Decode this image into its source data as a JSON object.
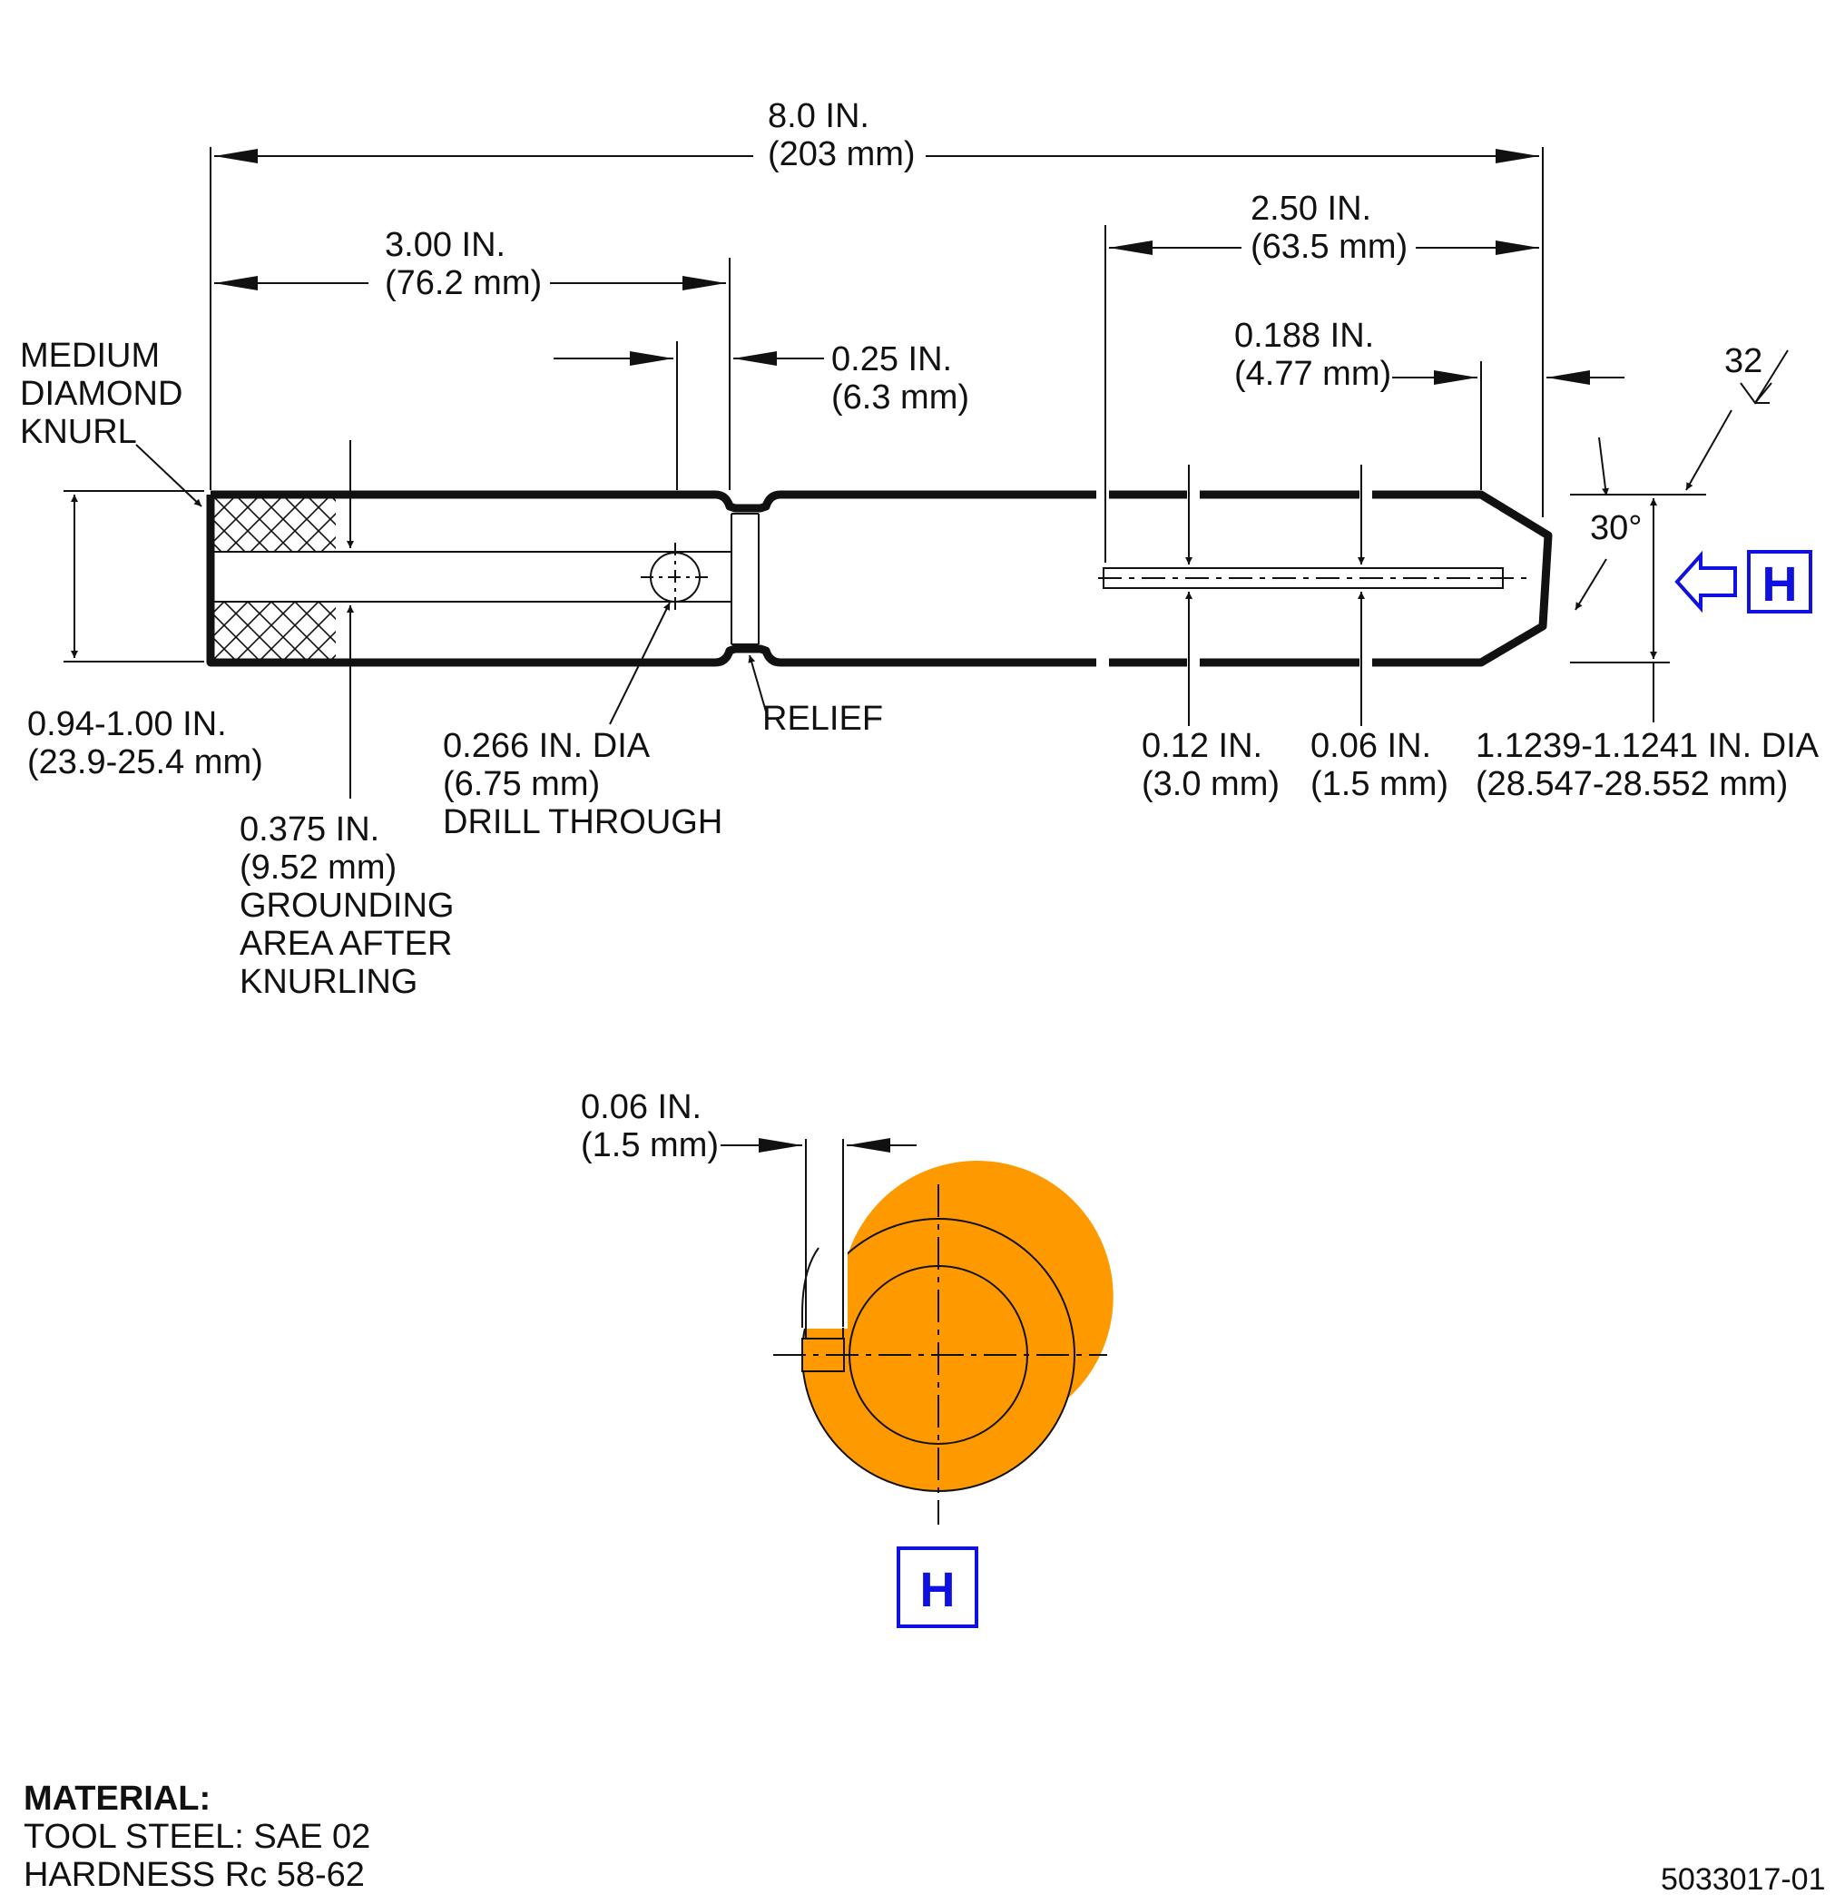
{
  "dimensions": {
    "overall_length": [
      "8.0 IN.",
      "(203 mm)"
    ],
    "knurl_length": [
      "3.00 IN.",
      "(76.2 mm)"
    ],
    "relief_width": [
      "0.25 IN.",
      "(6.3 mm)"
    ],
    "slot_length": [
      "2.50 IN.",
      "(63.5 mm)"
    ],
    "end_offset": [
      "0.188 IN.",
      "(4.77 mm)"
    ],
    "surface_finish": "32",
    "chamfer_angle": "30°",
    "datum_label": "H",
    "knurl_dia": [
      "0.94-1.00 IN.",
      "(23.9-25.4 mm)"
    ],
    "ground_area": [
      "0.375 IN.",
      "(9.52 mm)",
      "GROUNDING",
      "AREA AFTER",
      "KNURLING"
    ],
    "drill": [
      "0.266 IN. DIA",
      "(6.75 mm)",
      "DRILL THROUGH"
    ],
    "relief_label": "RELIEF",
    "slot_width": [
      "0.12 IN.",
      "(3.0 mm)"
    ],
    "slot_depth": [
      "0.06 IN.",
      "(1.5 mm)"
    ],
    "shank_dia": [
      "1.1239-1.1241 IN. DIA",
      "(28.547-28.552 mm)"
    ],
    "knurl_note": [
      "MEDIUM",
      "DIAMOND",
      "KNURL"
    ],
    "end_slot_width": [
      "0.06 IN.",
      "(1.5 mm)"
    ]
  },
  "notes": {
    "material_heading": "MATERIAL:",
    "material_lines": [
      "TOOL STEEL: SAE 02",
      "HARDNESS Rc 58-62"
    ],
    "drawing_number": "5033017-01"
  },
  "colors": {
    "part_fill": "#ff9900",
    "datum_color": "#1010e0",
    "line_color": "#111111"
  }
}
